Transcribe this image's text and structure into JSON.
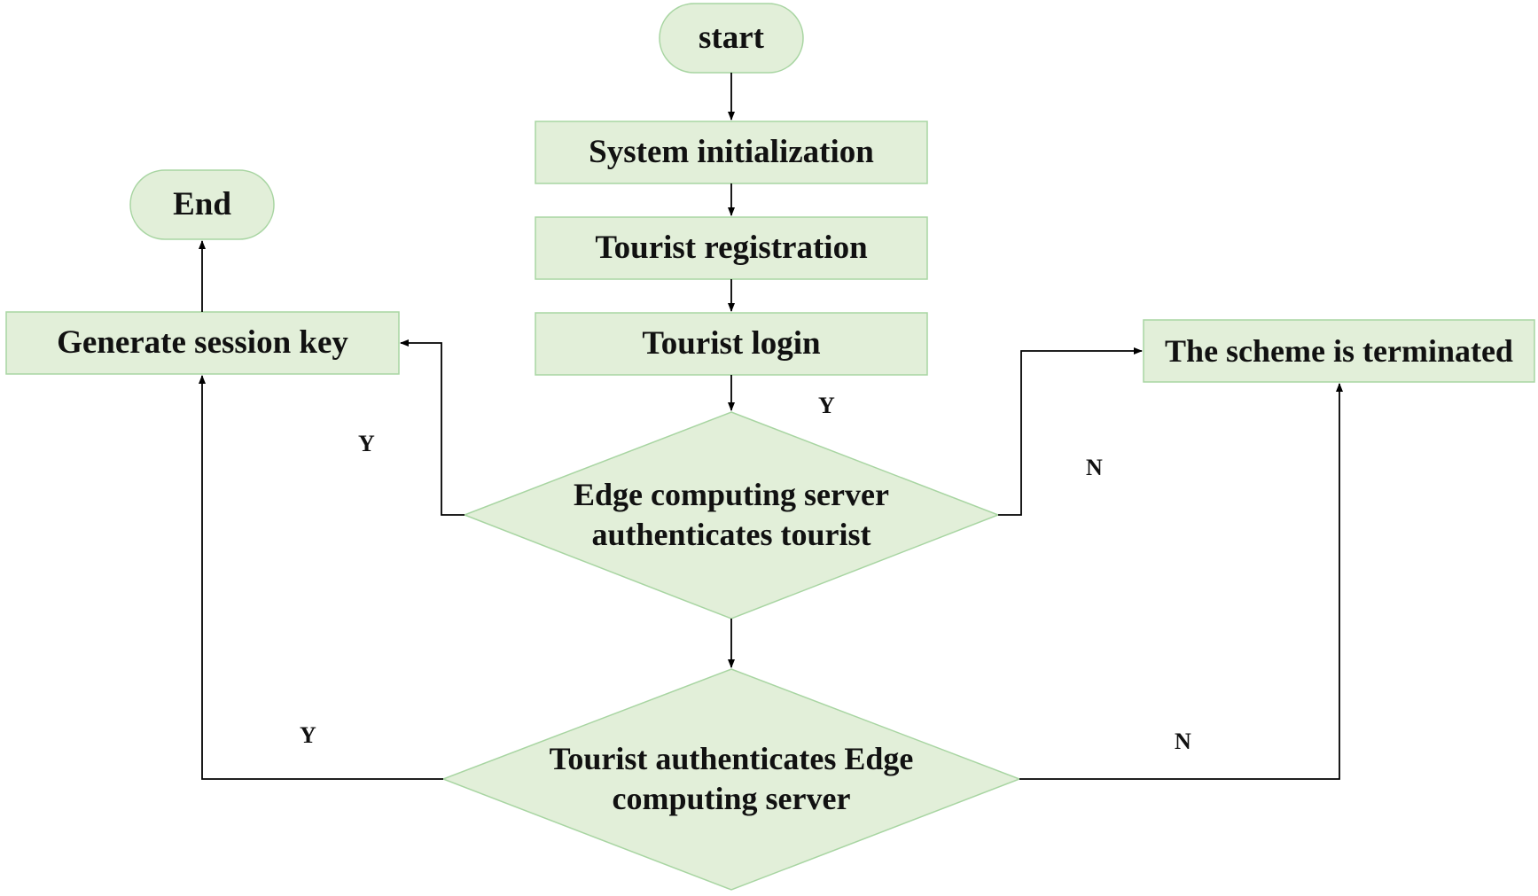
{
  "diagram": {
    "colors": {
      "node_fill": "#e2efd9",
      "node_stroke": "#a8d5a2",
      "line": "#000000",
      "text": "#111111"
    },
    "nodes": {
      "start": "start",
      "system_init": "System initialization",
      "tourist_registration": "Tourist registration",
      "tourist_login": "Tourist login",
      "edge_auth_line1": "Edge computing server",
      "edge_auth_line2": "authenticates tourist",
      "tourist_auth_line1": "Tourist authenticates Edge",
      "tourist_auth_line2": "computing server",
      "generate_key": "Generate session key",
      "end": "End",
      "terminated": "The scheme is terminated"
    },
    "edge_labels": {
      "login_yes": "Y",
      "edge_auth_yes": "Y",
      "edge_auth_no": "N",
      "tourist_auth_yes": "Y",
      "tourist_auth_no": "N"
    }
  }
}
